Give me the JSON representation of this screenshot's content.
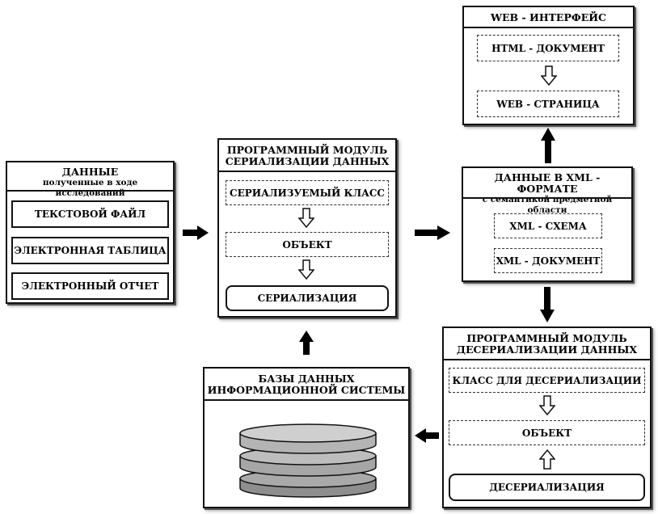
{
  "data_box": {
    "title": "ДАННЫЕ",
    "subtitle": "полученные в ходе исследований",
    "items": [
      "ТЕКСТОВОЙ ФАЙЛ",
      "ЭЛЕКТРОННАЯ ТАБЛИЦА",
      "ЭЛЕКТРОННЫЙ ОТЧЕТ"
    ]
  },
  "serialization_module": {
    "title_line1": "ПРОГРАММНЫЙ МОДУЛЬ",
    "title_line2": "СЕРИАЛИЗАЦИИ ДАННЫХ",
    "items": [
      "СЕРИАЛИЗУЕМЫЙ КЛАСС",
      "ОБЪЕКТ",
      "СЕРИАЛИЗАЦИЯ"
    ]
  },
  "web_interface": {
    "title": "WEB - ИНТЕРФЕЙС",
    "items": [
      "HTML - ДОКУМЕНТ",
      "WEB - СТРАНИЦА"
    ]
  },
  "xml_data": {
    "title": "ДАННЫЕ В XML - ФОРМАТЕ",
    "subtitle": "с семантикой предметной области",
    "items": [
      "XML - СХЕМА",
      "XML - ДОКУМЕНТ"
    ]
  },
  "deserialization_module": {
    "title_line1": "ПРОГРАММНЫЙ МОДУЛЬ",
    "title_line2": "ДЕСЕРИАЛИЗАЦИИ ДАННЫХ",
    "items": [
      "КЛАСС ДЛЯ ДЕСЕРИАЛИЗАЦИИ",
      "ОБЪЕКТ",
      "ДЕСЕРИАЛИЗАЦИЯ"
    ]
  },
  "database": {
    "title_line1": "БАЗЫ ДАННЫХ",
    "title_line2": "ИНФОРМАЦИОННОЙ СИСТЕМЫ"
  },
  "colors": {
    "stroke": "#111111",
    "disk_top": "#c8c8c8",
    "disk_mid": "#a8a8a8",
    "disk_bottom": "#8e8e8e"
  }
}
